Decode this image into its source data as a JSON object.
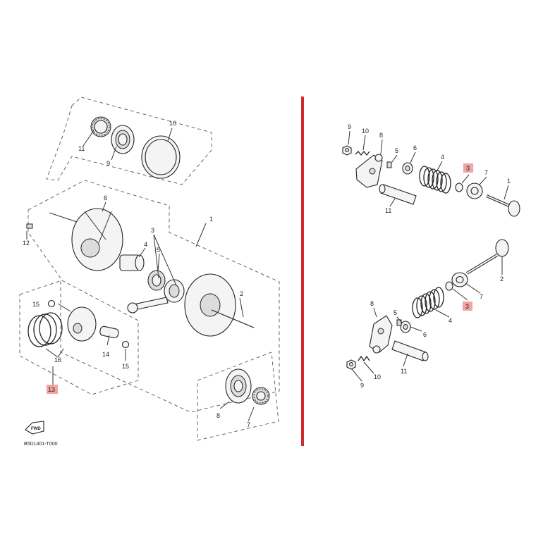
{
  "colors": {
    "divider": "#d22a2a",
    "highlight": "#f2a3a3",
    "line": "#333333"
  },
  "left": {
    "labels": {
      "p1": "1",
      "p2": "2",
      "p3": "3",
      "p4": "4",
      "p5": "5",
      "p6": "6",
      "p7": "7",
      "p8": "8",
      "p9": "9",
      "p10": "10",
      "p11": "11",
      "p12": "12",
      "p13": "13",
      "p14": "14",
      "p15a": "15",
      "p15b": "15",
      "p16": "16"
    },
    "fwd": "FWD",
    "code": "B5D1401-T000"
  },
  "right": {
    "labels": {
      "t9": "9",
      "t10": "10",
      "t8": "8",
      "t5": "5",
      "t6": "6",
      "t4": "4",
      "t3": "3",
      "t7": "7",
      "t1": "1",
      "t11": "11",
      "b2": "2",
      "b7": "7",
      "b3": "3",
      "b4": "4",
      "b5": "5",
      "b6": "6",
      "b8": "8",
      "b11": "11",
      "b10": "10",
      "b9": "9"
    }
  }
}
